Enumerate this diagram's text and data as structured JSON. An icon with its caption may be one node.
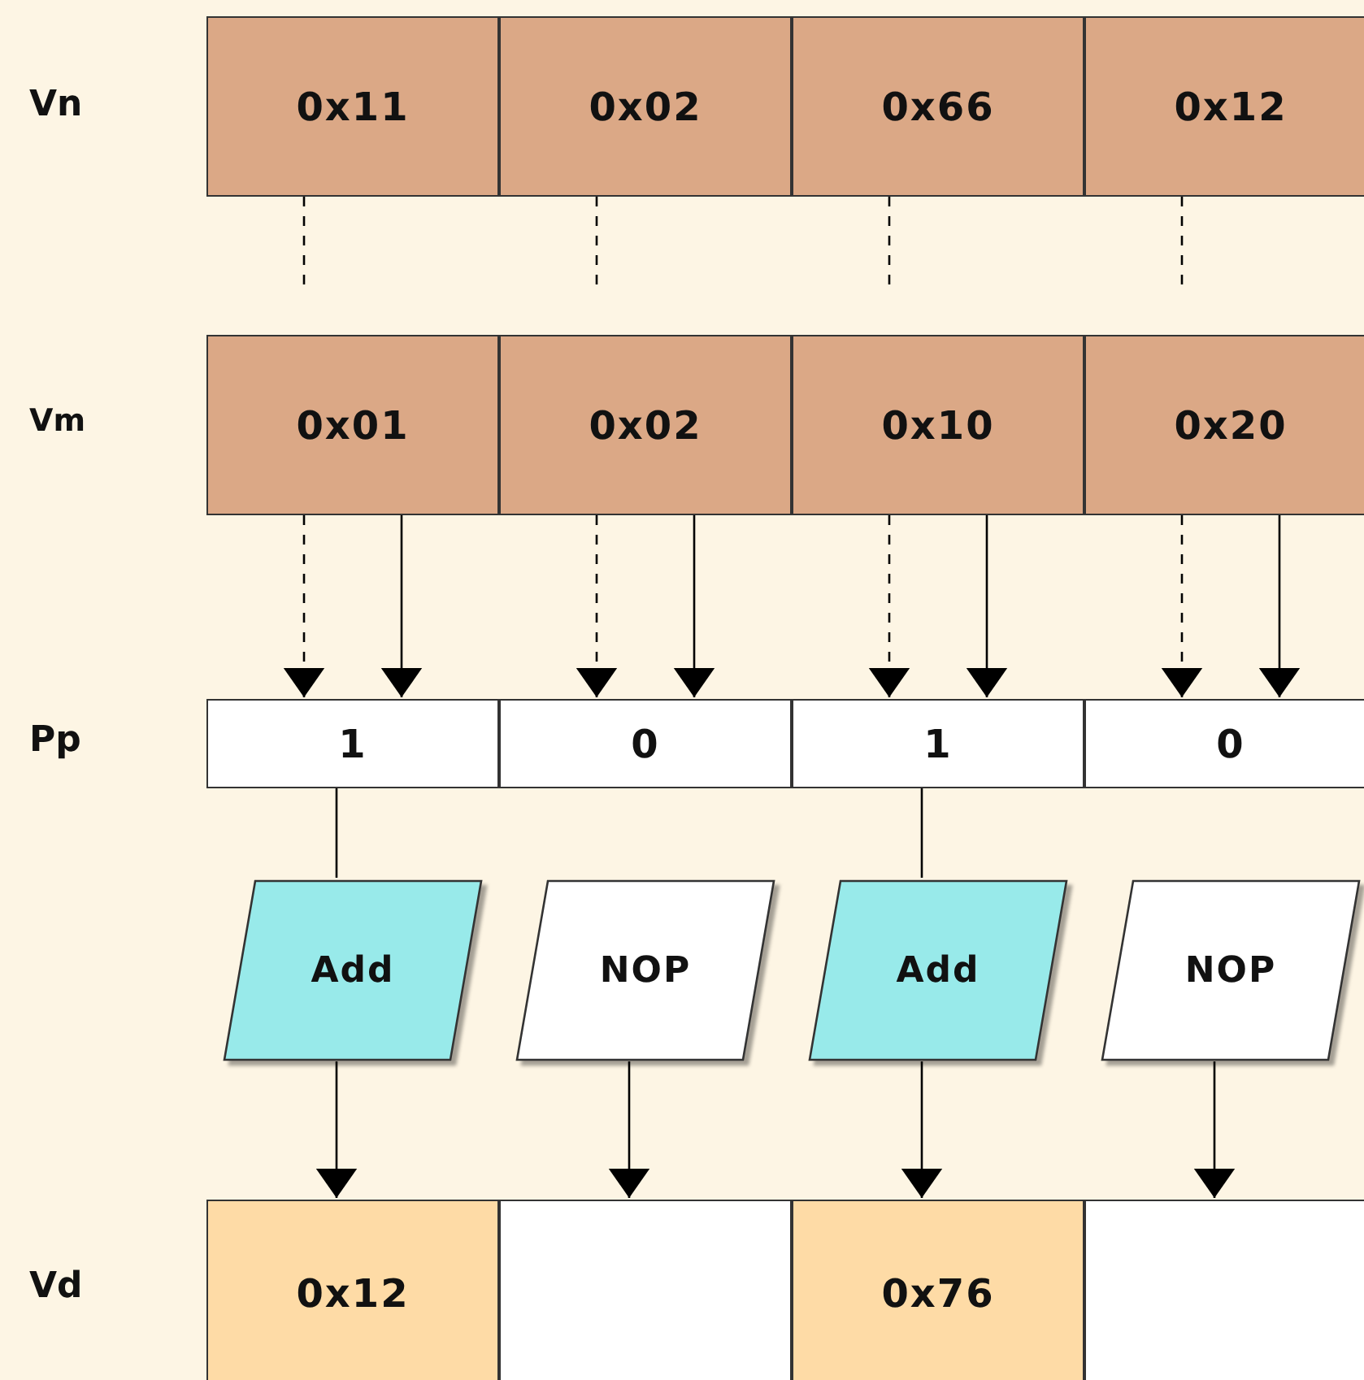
{
  "diagram": {
    "nodes": [
      {
        "text": [
          "0x11"
        ]
      },
      {
        "text": [
          "0x02"
        ]
      },
      {
        "text": [
          "0x66"
        ]
      },
      {
        "text": [
          "0x12"
        ]
      },
      {
        "text": [
          "0x01"
        ]
      },
      {
        "text": [
          "0x02"
        ]
      },
      {
        "text": [
          "0x10"
        ]
      },
      {
        "text": [
          "0x20"
        ]
      },
      {
        "text": [
          "1"
        ]
      },
      {
        "text": [
          "0"
        ]
      },
      {
        "text": [
          "1"
        ]
      },
      {
        "text": [
          "0"
        ]
      },
      {
        "text": [
          "Add"
        ]
      },
      {
        "text": [
          "NOP"
        ]
      },
      {
        "text": [
          "Add"
        ]
      },
      {
        "text": [
          "NOP"
        ]
      },
      {
        "text": [
          "0x12"
        ]
      },
      {
        "text": [],
        "shape": "box"
      },
      {
        "text": [
          "0x76"
        ]
      },
      {
        "text": [],
        "shape": "box"
      }
    ],
    "edges": [
      {
        "from": 0,
        "to": null,
        "arrow": "none",
        "style": "dashed"
      },
      {
        "from": 4,
        "to": 8,
        "arrow": "to",
        "style": "dashed"
      },
      {
        "from": 4,
        "to": 8,
        "arrow": "to"
      },
      {
        "from": 1,
        "to": null,
        "arrow": "none",
        "style": "dashed"
      },
      {
        "from": 5,
        "to": 9,
        "arrow": "to",
        "style": "dashed"
      },
      {
        "from": 5,
        "to": 9,
        "arrow": "to"
      },
      {
        "from": 2,
        "to": null,
        "arrow": "none",
        "style": "dashed"
      },
      {
        "from": 6,
        "to": 10,
        "arrow": "to",
        "style": "dashed"
      },
      {
        "from": 6,
        "to": 10,
        "arrow": "to"
      },
      {
        "from": 3,
        "to": null,
        "arrow": "none",
        "style": "dashed"
      },
      {
        "from": 7,
        "to": 11,
        "arrow": "to",
        "style": "dashed"
      },
      {
        "from": 7,
        "to": 11,
        "arrow": "to"
      },
      {
        "from": 8,
        "to": 12,
        "arrow": "none"
      },
      {
        "from": 10,
        "to": 14,
        "arrow": "none"
      },
      {
        "from": 12,
        "to": 16,
        "arrow": "to"
      },
      {
        "from": 13,
        "to": 17,
        "arrow": "to"
      },
      {
        "from": 14,
        "to": 18,
        "arrow": "to"
      },
      {
        "from": 15,
        "to": 19,
        "arrow": "to"
      }
    ],
    "labels": [
      "Vn",
      "Vm",
      "Pp",
      "Vd"
    ]
  }
}
